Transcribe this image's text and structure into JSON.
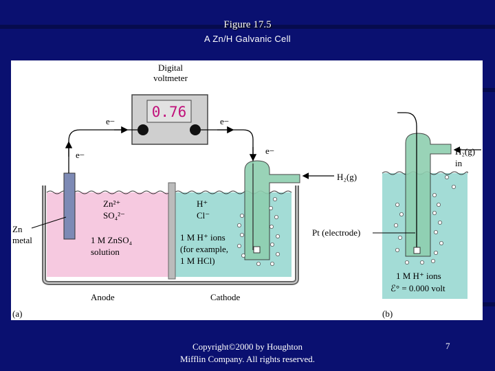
{
  "slide": {
    "title": "Figure 17.5",
    "subtitle": "A Zn/H Galvanic Cell",
    "copyright_line1": "Copyright©2000 by Houghton",
    "copyright_line2": "Mifflin Company. All rights reserved.",
    "page_number": "7"
  },
  "diagram": {
    "voltmeter_label_line1": "Digital",
    "voltmeter_label_line2": "voltmeter",
    "voltmeter_reading": "0.76",
    "electron_top_left": "e−",
    "electron_top_right": "e−",
    "electron_left": "e−",
    "electron_right": "e−",
    "h2_gas_a": "H₂(g)",
    "zn_ion": "Zn²⁺",
    "so4_ion": "SO₄²⁻",
    "anode_solution_line1": "1 M ZnSO₄",
    "anode_solution_line2": "solution",
    "zn_metal_line1": "Zn",
    "zn_metal_line2": "metal",
    "h_ion": "H⁺",
    "cl_ion": "Cl⁻",
    "cathode_solution_line1": "1 M H⁺ ions",
    "cathode_solution_line2": "(for example,",
    "cathode_solution_line3": "1 M HCl)",
    "anode_label": "Anode",
    "cathode_label": "Cathode",
    "panel_a": "(a)",
    "pt_label": "Pt (electrode)",
    "h2_in_line1": "H₂(g)",
    "h2_in_line2": "in",
    "std_line1": "1 M H⁺ ions",
    "std_line2": "ℰ° = 0.000 volt",
    "panel_b": "(b)"
  },
  "colors": {
    "background": "#0a1070",
    "anode_solution": "#f6c9e0",
    "cathode_solution": "#a3dcd6",
    "tube": "#8fcfb0",
    "zn_electrode": "#7d8ab5",
    "display_digits": "#c0107a"
  }
}
